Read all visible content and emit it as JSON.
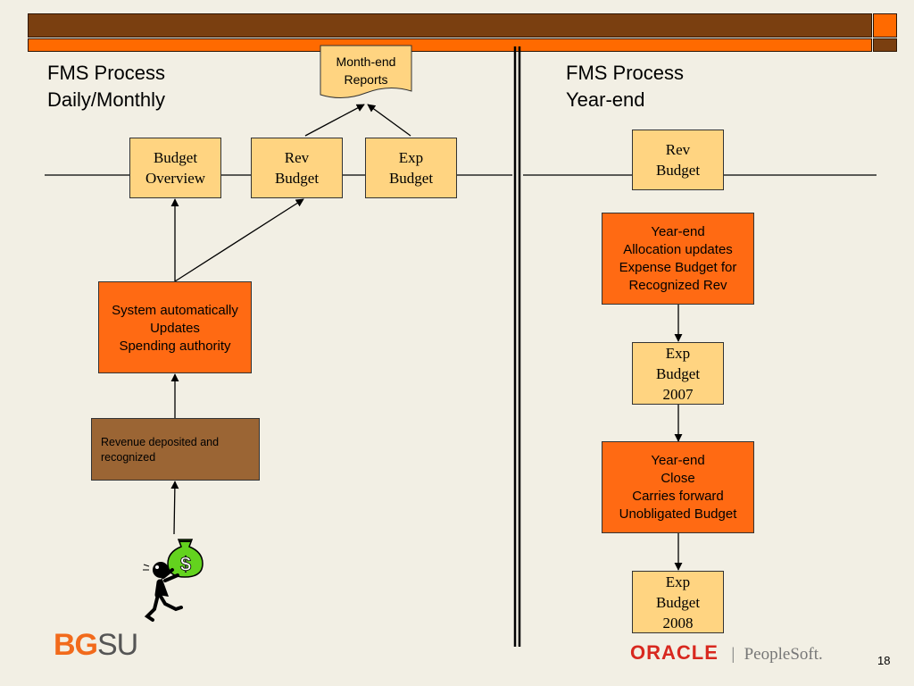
{
  "titles": {
    "left_line1": "FMS Process",
    "left_line2": "Daily/Monthly",
    "right_line1": "FMS Process",
    "right_line2": "Year-end"
  },
  "left": {
    "report": [
      "Month-end",
      "Reports"
    ],
    "budget_overview": [
      "Budget",
      "Overview"
    ],
    "rev_budget": [
      "Rev",
      "Budget"
    ],
    "exp_budget": [
      "Exp",
      "Budget"
    ],
    "system_updates": [
      "System automatically",
      "Updates",
      "Spending authority"
    ],
    "revenue_deposited": "Revenue deposited and recognized"
  },
  "right": {
    "rev_budget": [
      "Rev",
      "Budget"
    ],
    "allocation": [
      "Year-end",
      "Allocation updates",
      "Expense Budget for",
      "Recognized Rev"
    ],
    "exp_budget_2007": [
      "Exp",
      "Budget",
      "2007"
    ],
    "close": [
      "Year-end",
      "Close",
      "Carries forward",
      "Unobligated Budget"
    ],
    "exp_budget_2008": [
      "Exp",
      "Budget",
      "2008"
    ]
  },
  "footer": {
    "bgsu_bold": "BG",
    "bgsu_light": "SU",
    "oracle": "ORACLE",
    "separator": "|",
    "peoplesoft": "PeopleSoft.",
    "page_number": "18"
  },
  "colors": {
    "header_brown": "#7a3f10",
    "header_orange": "#ff6a00",
    "box_tan": "#ffd481",
    "box_orange": "#ff6a13",
    "box_brown": "#9b6534",
    "bgsu_orange": "#f26a1b",
    "oracle_red": "#d8281f"
  },
  "icons": {
    "person_with_money": "stick-figure-carrying-money-bag-icon"
  }
}
